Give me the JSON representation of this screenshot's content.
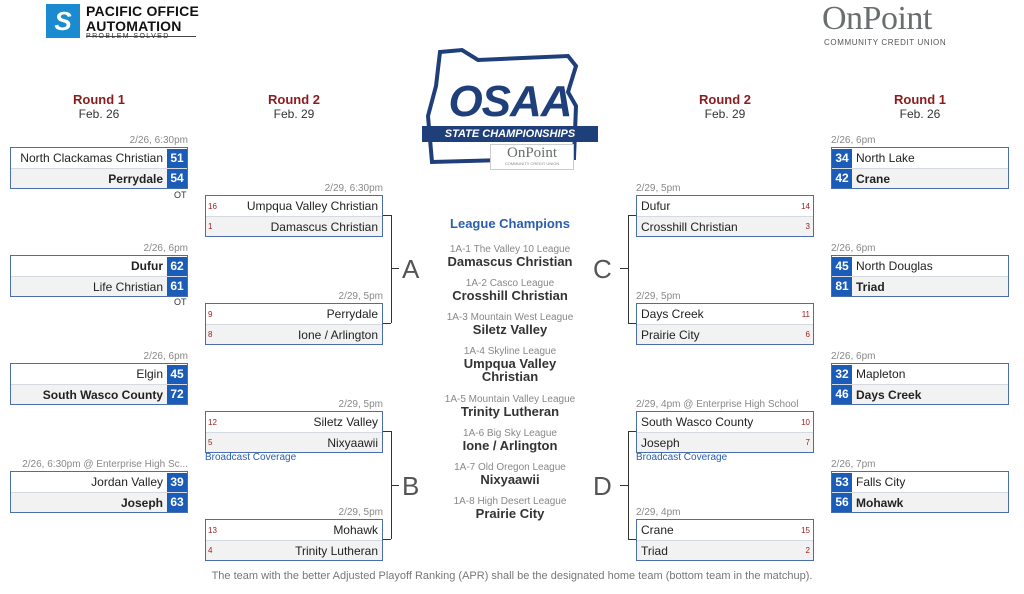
{
  "sponsors": {
    "pacific_line1": "PACIFIC OFFICE",
    "pacific_line2": "AUTOMATION",
    "pacific_tag": "PROBLEM SOLVED",
    "onpoint_name": "OnPoint",
    "onpoint_sub": "COMMUNITY CREDIT UNION"
  },
  "logo": {
    "osaa": "OSAA",
    "banner": "STATE CHAMPIONSHIPS",
    "sponsor": "OnPoint",
    "sponsor_sub": "COMMUNITY CREDIT UNION"
  },
  "rounds": {
    "left_r1": {
      "title": "Round 1",
      "date": "Feb. 26"
    },
    "left_r2": {
      "title": "Round 2",
      "date": "Feb. 29"
    },
    "right_r2": {
      "title": "Round 2",
      "date": "Feb. 29"
    },
    "right_r1": {
      "title": "Round 1",
      "date": "Feb. 26"
    }
  },
  "r1_left": [
    {
      "meta": "2/26, 6:30pm",
      "top": {
        "team": "North Clackamas Christian",
        "score": "51"
      },
      "bottom": {
        "team": "Perrydale",
        "score": "54"
      },
      "note": "OT"
    },
    {
      "meta": "2/26, 6pm",
      "top": {
        "team": "Dufur",
        "score": "62"
      },
      "bottom": {
        "team": "Life Christian",
        "score": "61"
      },
      "note": "OT"
    },
    {
      "meta": "2/26, 6pm",
      "top": {
        "team": "Elgin",
        "score": "45"
      },
      "bottom": {
        "team": "South Wasco County",
        "score": "72"
      }
    },
    {
      "meta": "2/26, 6:30pm @ Enterprise High Sc...",
      "top": {
        "team": "Jordan Valley",
        "score": "39"
      },
      "bottom": {
        "team": "Joseph",
        "score": "63"
      }
    }
  ],
  "r2_left": [
    {
      "meta": "2/29, 6:30pm",
      "top": {
        "team": "Umpqua Valley Christian",
        "seed": "16"
      },
      "bottom": {
        "team": "Damascus Christian",
        "seed": "1"
      }
    },
    {
      "meta": "2/29, 5pm",
      "top": {
        "team": "Perrydale",
        "seed": "9"
      },
      "bottom": {
        "team": "Ione / Arlington",
        "seed": "8"
      }
    },
    {
      "meta": "2/29, 5pm",
      "top": {
        "team": "Siletz Valley",
        "seed": "12"
      },
      "bottom": {
        "team": "Nixyaawii",
        "seed": "5"
      },
      "broadcast": "Broadcast Coverage"
    },
    {
      "meta": "2/29, 5pm",
      "top": {
        "team": "Mohawk",
        "seed": "13"
      },
      "bottom": {
        "team": "Trinity Lutheran",
        "seed": "4"
      }
    }
  ],
  "r2_right": [
    {
      "meta": "2/29, 5pm",
      "top": {
        "team": "Dufur",
        "seed": "14"
      },
      "bottom": {
        "team": "Crosshill Christian",
        "seed": "3"
      }
    },
    {
      "meta": "2/29, 5pm",
      "top": {
        "team": "Days Creek",
        "seed": "11"
      },
      "bottom": {
        "team": "Prairie City",
        "seed": "6"
      }
    },
    {
      "meta": "2/29, 4pm @ Enterprise High School",
      "top": {
        "team": "South Wasco County",
        "seed": "10"
      },
      "bottom": {
        "team": "Joseph",
        "seed": "7"
      },
      "broadcast": "Broadcast Coverage"
    },
    {
      "meta": "2/29, 4pm",
      "top": {
        "team": "Crane",
        "seed": "15"
      },
      "bottom": {
        "team": "Triad",
        "seed": "2"
      }
    }
  ],
  "r1_right": [
    {
      "meta": "2/26, 6pm",
      "top": {
        "team": "North Lake",
        "score": "34"
      },
      "bottom": {
        "team": "Crane",
        "score": "42"
      }
    },
    {
      "meta": "2/26, 6pm",
      "top": {
        "team": "North Douglas",
        "score": "45"
      },
      "bottom": {
        "team": "Triad",
        "score": "81"
      }
    },
    {
      "meta": "2/26, 6pm",
      "top": {
        "team": "Mapleton",
        "score": "32"
      },
      "bottom": {
        "team": "Days Creek",
        "score": "46"
      }
    },
    {
      "meta": "2/26, 7pm",
      "top": {
        "team": "Falls City",
        "score": "53"
      },
      "bottom": {
        "team": "Mohawk",
        "score": "56"
      }
    }
  ],
  "brackets": {
    "a": "A",
    "b": "B",
    "c": "C",
    "d": "D"
  },
  "champions": {
    "title": "League Champions",
    "leagues": [
      {
        "league": "1A-1 The Valley 10 League",
        "team": "Damascus Christian"
      },
      {
        "league": "1A-2 Casco League",
        "team": "Crosshill Christian"
      },
      {
        "league": "1A-3 Mountain West League",
        "team": "Siletz Valley"
      },
      {
        "league": "1A-4 Skyline League",
        "team": "Umpqua Valley Christian"
      },
      {
        "league": "1A-5 Mountain Valley League",
        "team": "Trinity Lutheran"
      },
      {
        "league": "1A-6 Big Sky League",
        "team": "Ione / Arlington"
      },
      {
        "league": "1A-7 Old Oregon League",
        "team": "Nixyaawii"
      },
      {
        "league": "1A-8 High Desert League",
        "team": "Prairie City"
      }
    ]
  },
  "footer": "The team with the better Adjusted Playoff Ranking (APR) shall be the designated home team (bottom team in the matchup).",
  "colors": {
    "score_bg": "#1a5cb8",
    "round_title": "#8b1c1c",
    "link": "#2a5db0"
  }
}
